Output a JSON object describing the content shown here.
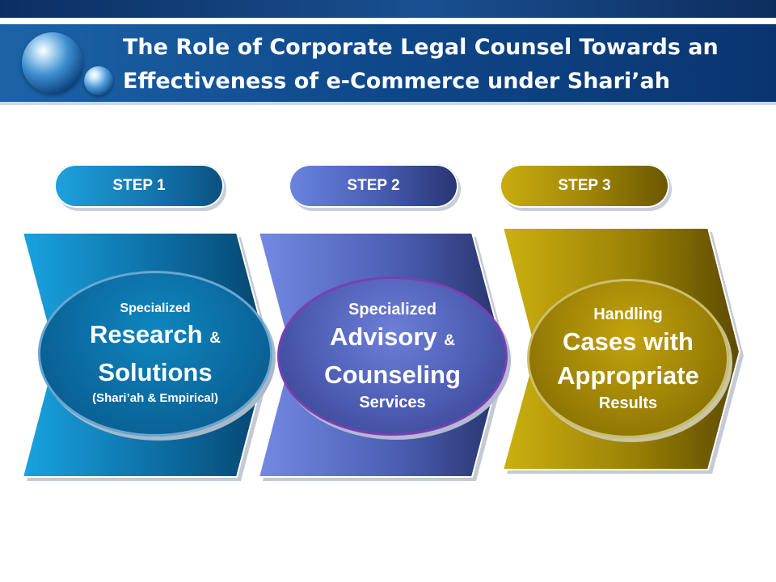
{
  "slide": {
    "title_line1": "The Role of Corporate Legal Counsel  Towards an",
    "title_line2": "Effectiveness of e-Commerce under Shari’ah"
  },
  "steps": [
    {
      "label": "STEP 1",
      "line1": "Specialized",
      "line2": "Research",
      "amp": "&",
      "line3": "Solutions",
      "line4": "(Shari’ah & Empirical)",
      "color": "#157cb6"
    },
    {
      "label": "STEP 2",
      "line1": "Specialized",
      "line2": "Advisory",
      "amp": "&",
      "line3": "Counseling",
      "line4": "Services",
      "color": "#4a5fb8"
    },
    {
      "label": "STEP 3",
      "line1": "Handling",
      "line2": "Cases with",
      "line3": "Appropriate",
      "line4": "Results",
      "color": "#a28807"
    }
  ]
}
